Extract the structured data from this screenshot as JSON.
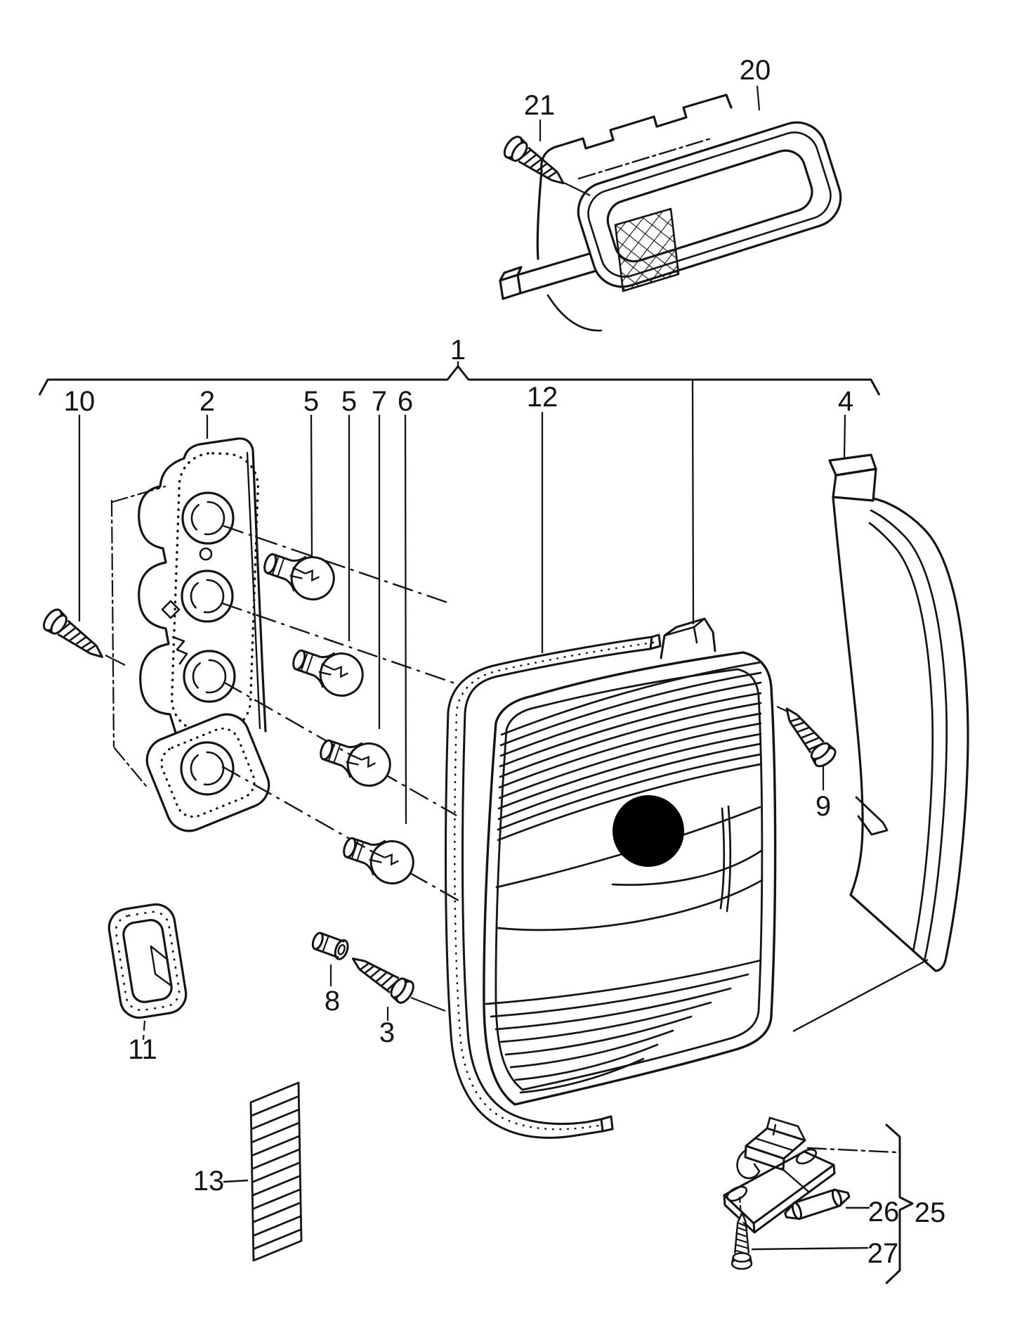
{
  "figure": {
    "kind": "exploded-parts-line-drawing",
    "background": "#ffffff",
    "line_color": "#141414",
    "dot_color": "#000000",
    "callouts": {
      "c1": "1",
      "c2": "2",
      "c3": "3",
      "c4": "4",
      "c5a": "5",
      "c5b": "5",
      "c6": "6",
      "c7": "7",
      "c8": "8",
      "c9": "9",
      "c10": "10",
      "c11": "11",
      "c12": "12",
      "c13": "13",
      "c20": "20",
      "c21": "21",
      "c25": "25",
      "c26": "26",
      "c27": "27"
    }
  }
}
